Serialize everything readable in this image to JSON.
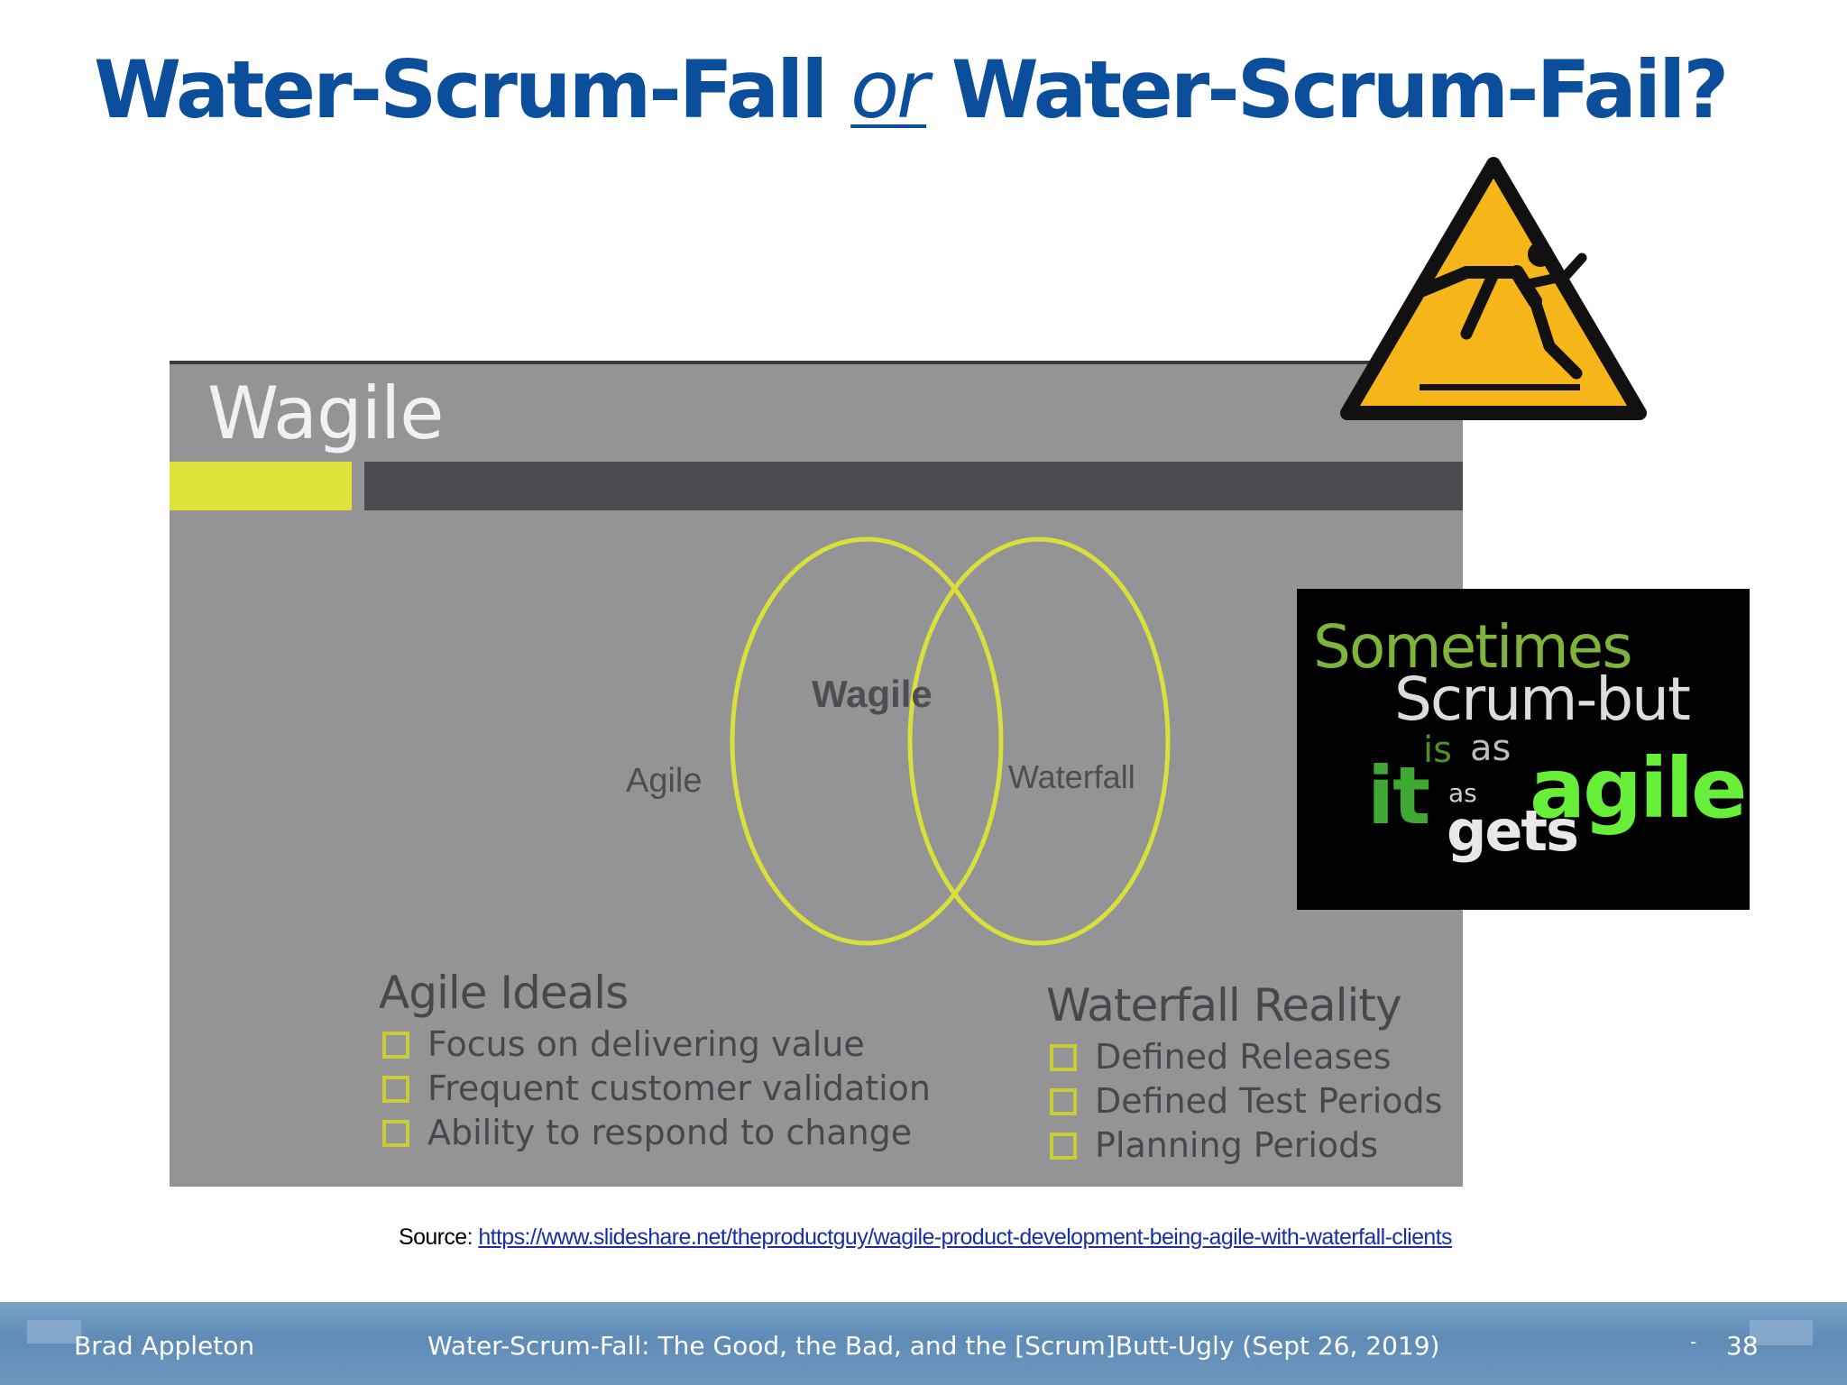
{
  "slide": {
    "title_part1": "Water-Scrum-Fall ",
    "title_or": "or",
    "title_part2": " Water-Scrum-Fail?"
  },
  "wagile_image": {
    "heading": "Wagile",
    "venn": {
      "left_label": "Agile",
      "center_label": "Wagile",
      "right_label": "Waterfall"
    },
    "agile_ideals": {
      "heading": "Agile Ideals",
      "items": [
        "Focus on delivering value",
        "Frequent customer validation",
        "Ability to respond to change"
      ]
    },
    "waterfall_reality": {
      "heading": "Waterfall Reality",
      "items": [
        "Defined Releases",
        "Defined Test Periods",
        "Planning Periods"
      ]
    }
  },
  "scrumbut_image": {
    "word_sometimes": "Sometimes",
    "word_scrumbut": "Scrum-but",
    "word_is": "is",
    "word_as1": "as",
    "word_it": "it",
    "word_as2": "as",
    "word_agile": "agile",
    "word_gets": "gets"
  },
  "source": {
    "label": "Source: ",
    "url": "https://www.slideshare.net/theproductguy/wagile-product-development-being-agile-with-waterfall-clients"
  },
  "footer": {
    "author": "Brad Appleton",
    "title": "Water-Scrum-Fall: The Good, the Bad, and the [Scrum]Butt-Ugly (Sept 26, 2019)",
    "dash": "-",
    "page_number": "38"
  },
  "colors": {
    "title_blue": "#0b4f9c",
    "panel_gray": "#949396",
    "venn_yellow": "#d9e03a",
    "warning_yellow": "#f6b619",
    "footer_blue": "#6f98c0"
  },
  "icons": {
    "warning": "slip-hazard-warning-icon"
  }
}
